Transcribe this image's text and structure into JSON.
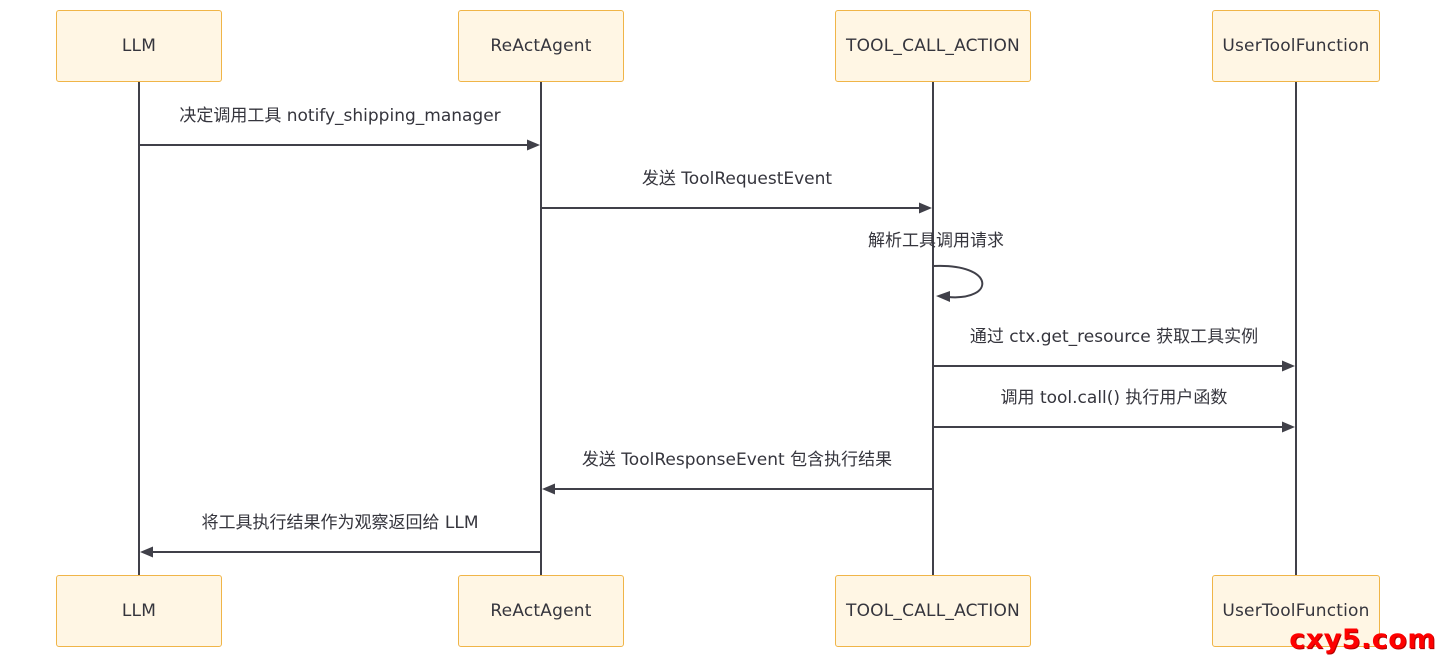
{
  "diagram": {
    "type": "sequence",
    "actors": [
      {
        "id": "llm",
        "label": "LLM"
      },
      {
        "id": "react_agent",
        "label": "ReActAgent"
      },
      {
        "id": "tool_call_action",
        "label": "TOOL_CALL_ACTION"
      },
      {
        "id": "user_tool_function",
        "label": "UserToolFunction"
      }
    ],
    "messages": [
      {
        "from": "LLM",
        "to": "ReActAgent",
        "type": "solid-arrow",
        "label": "决定调用工具 notify_shipping_manager"
      },
      {
        "from": "ReActAgent",
        "to": "TOOL_CALL_ACTION",
        "type": "solid-arrow",
        "label": "发送 ToolRequestEvent"
      },
      {
        "from": "TOOL_CALL_ACTION",
        "to": "TOOL_CALL_ACTION",
        "type": "self-loop",
        "label": "解析工具调用请求"
      },
      {
        "from": "TOOL_CALL_ACTION",
        "to": "UserToolFunction",
        "type": "solid-arrow",
        "label": "通过 ctx.get_resource 获取工具实例"
      },
      {
        "from": "TOOL_CALL_ACTION",
        "to": "UserToolFunction",
        "type": "solid-arrow",
        "label": "调用 tool.call() 执行用户函数"
      },
      {
        "from": "TOOL_CALL_ACTION",
        "to": "ReActAgent",
        "type": "solid-arrow",
        "label": "发送 ToolResponseEvent 包含执行结果"
      },
      {
        "from": "ReActAgent",
        "to": "LLM",
        "type": "solid-arrow",
        "label": "将工具执行结果作为观察返回给 LLM"
      }
    ],
    "colors": {
      "background": "#ffffff",
      "actor_fill": "#fff6e4",
      "actor_border": "#f0b548",
      "line": "#404049",
      "text": "#35353d",
      "watermark": "#fe0000"
    },
    "watermark": "cxy5.com"
  }
}
